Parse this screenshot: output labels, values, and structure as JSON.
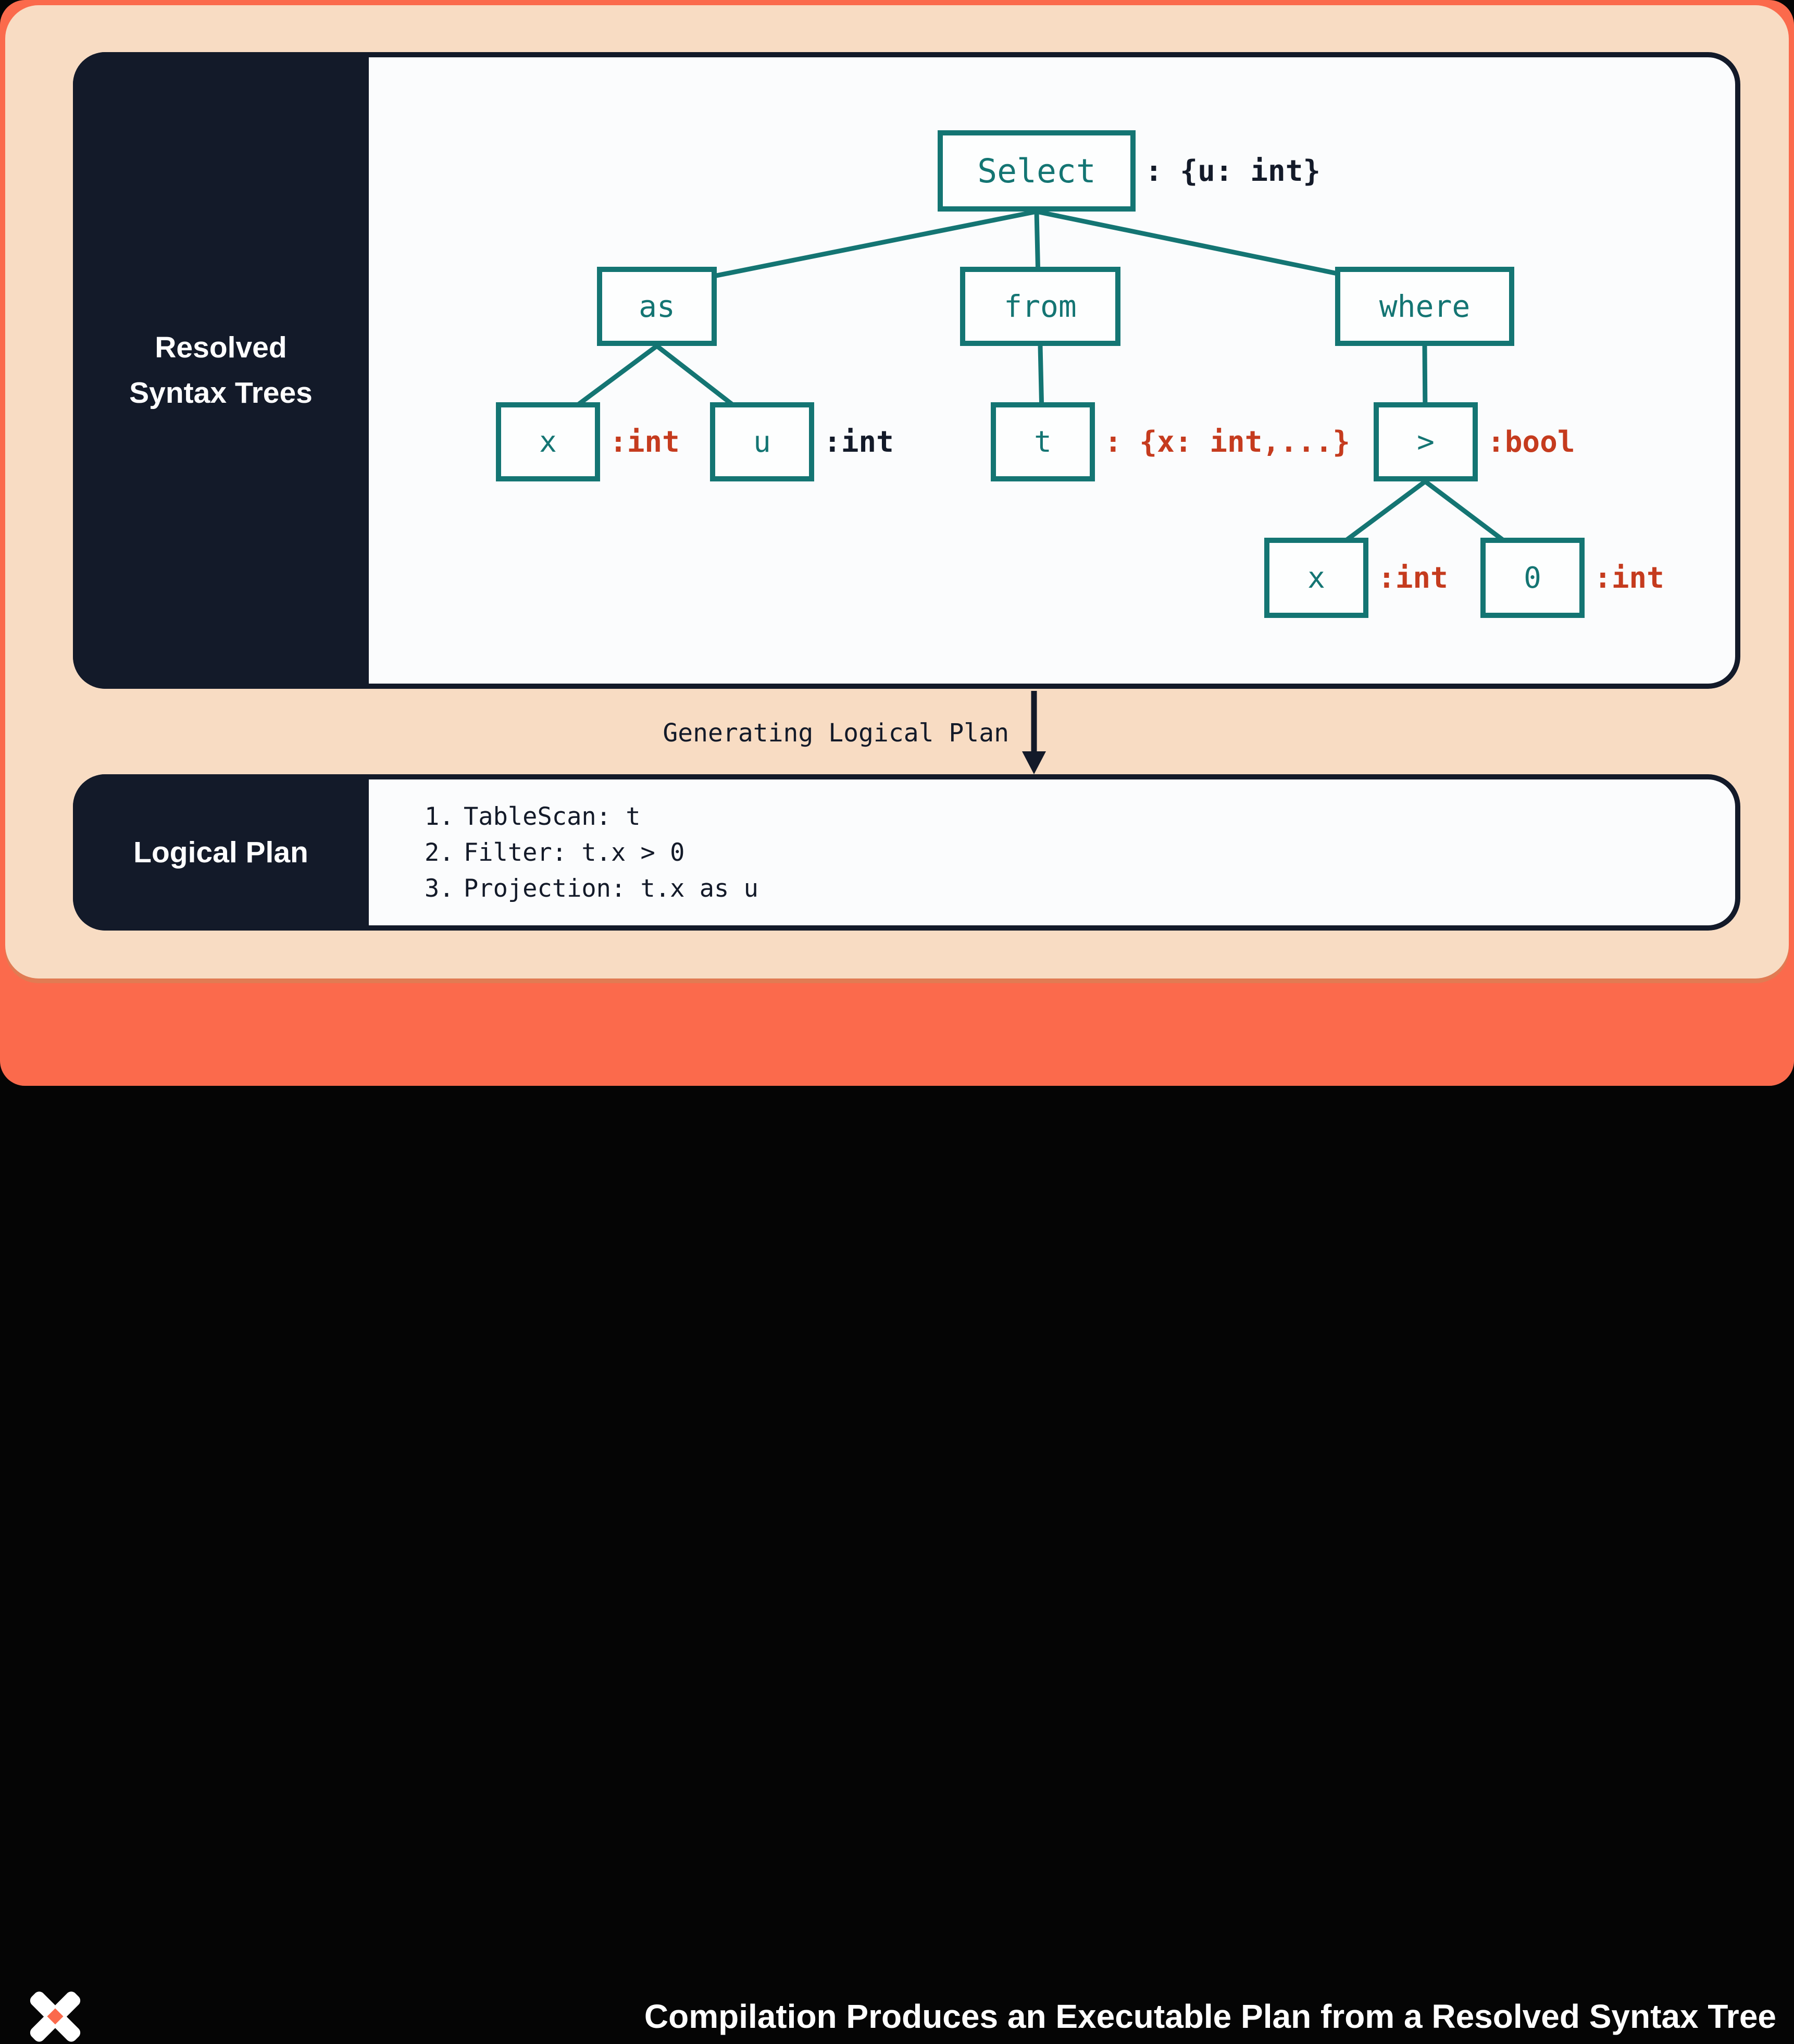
{
  "colors": {
    "frame_orange": "#fb6a4c",
    "board_peach": "#f8dcc3",
    "board_shadow_orange": "#e17b53",
    "navy": "#131a29",
    "panel_white": "#fbfcfd",
    "teal": "#147573",
    "type_red": "#c53b1e",
    "white": "#ffffff"
  },
  "resolved_panel": {
    "title_line1": "Resolved",
    "title_line2": "Syntax Trees",
    "tree": {
      "select": {
        "label": "Select",
        "annotation": ": {u: int}"
      },
      "as": {
        "label": "as"
      },
      "from": {
        "label": "from"
      },
      "where": {
        "label": "where"
      },
      "alias_source": {
        "label": "x",
        "annotation": ":int"
      },
      "alias_target": {
        "label": "u",
        "annotation": ":int"
      },
      "table": {
        "label": "t",
        "annotation": ": {x: int,...}"
      },
      "comparison": {
        "label": ">",
        "annotation": ":bool"
      },
      "left_operand": {
        "label": "x",
        "annotation": ":int"
      },
      "right_operand": {
        "label": "0",
        "annotation": ":int"
      }
    }
  },
  "transition": {
    "label": "Generating Logical Plan"
  },
  "logical_plan_panel": {
    "title": "Logical Plan",
    "steps": [
      {
        "num": "1.",
        "text": "TableScan: t"
      },
      {
        "num": "2.",
        "text": "Filter: t.x > 0"
      },
      {
        "num": "3.",
        "text": "Projection: t.x as u"
      }
    ]
  },
  "footer": {
    "title": "Compilation Produces an Executable Plan from a Resolved Syntax Tree",
    "logo": "four-point-star-x"
  }
}
